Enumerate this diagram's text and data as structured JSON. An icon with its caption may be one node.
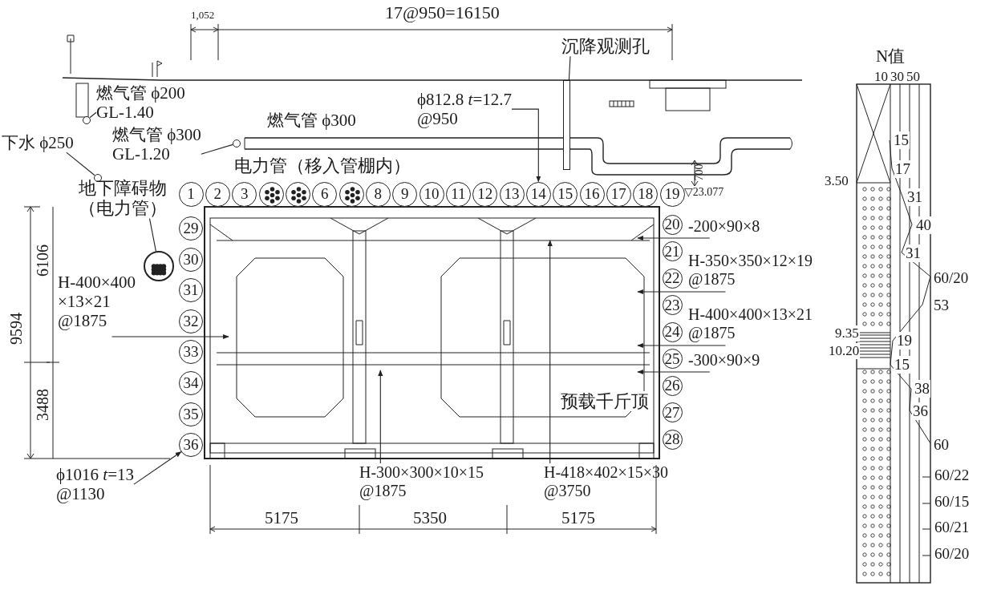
{
  "diagram": {
    "nodes": [
      {
        "text": [
          "1"
        ]
      },
      {
        "text": [
          "2"
        ]
      },
      {
        "text": [
          "3"
        ]
      },
      {
        "text": [],
        "shape": "circle"
      },
      {
        "text": [],
        "shape": "circle"
      },
      {
        "text": [
          "6"
        ]
      },
      {
        "text": [],
        "shape": "circle"
      },
      {
        "text": [
          "8"
        ]
      },
      {
        "text": [
          "9"
        ]
      },
      {
        "text": [
          "10"
        ]
      },
      {
        "text": [
          "11"
        ]
      },
      {
        "text": [
          "12"
        ]
      },
      {
        "text": [
          "13"
        ]
      },
      {
        "text": [
          "14"
        ]
      },
      {
        "text": [
          "15"
        ]
      },
      {
        "text": [
          "16"
        ]
      },
      {
        "text": [
          "17"
        ]
      },
      {
        "text": [
          "18"
        ]
      },
      {
        "text": [
          "19"
        ]
      },
      {
        "text": [
          "20"
        ]
      },
      {
        "text": [
          "21"
        ]
      },
      {
        "text": [
          "22"
        ]
      },
      {
        "text": [
          "23"
        ]
      },
      {
        "text": [
          "24"
        ]
      },
      {
        "text": [
          "25"
        ]
      },
      {
        "text": [
          "26"
        ]
      },
      {
        "text": [
          "27"
        ]
      },
      {
        "text": [
          "28"
        ]
      },
      {
        "text": [
          "29"
        ]
      },
      {
        "text": [
          "30"
        ]
      },
      {
        "text": [
          "31"
        ]
      },
      {
        "text": [
          "32"
        ]
      },
      {
        "text": [
          "33"
        ]
      },
      {
        "text": [
          "34"
        ]
      },
      {
        "text": [
          "35"
        ]
      },
      {
        "text": [
          "36"
        ]
      },
      {
        "text": [],
        "shape": "circle"
      },
      {
        "text": [],
        "shape": "circle"
      },
      {
        "text": [],
        "shape": "circle"
      },
      {
        "text": [],
        "shape": "circle"
      },
      {
        "text": [
          "燃气管 ϕ200",
          "GL-1.40"
        ]
      },
      {
        "text": [
          "燃气管 ϕ300",
          "GL-1.20"
        ]
      },
      {
        "text": [
          "下水 ϕ250"
        ]
      },
      {
        "text": [
          "地下障碍物（电力管）"
        ]
      },
      {
        "text": [
          "沉降观测孔"
        ]
      },
      {
        "text": [],
        "shape": "bar"
      },
      {
        "text": [
          "ϕ812.8 *t*=12.7",
          "@950"
        ]
      },
      {
        "text": [
          "ϕ1016 *t*=13",
          "@1130"
        ]
      },
      {
        "text": [
          "H-400×400 ×13×21",
          "@1875"
        ]
      },
      {
        "text": [
          "-200×90×8"
        ]
      },
      {
        "text": [
          "H-350×350×12×19",
          "@1875"
        ]
      },
      {
        "text": [
          "H-400×400×13×21",
          "@1875"
        ]
      },
      {
        "text": [
          "-300×90×9"
        ]
      },
      {
        "text": [
          "H-300×300×10×15",
          "@1875"
        ]
      },
      {
        "text": [
          "H-418×402×15×30",
          "@3750"
        ]
      }
    ],
    "edges": [
      {
        "from": 40,
        "to": 36,
        "arrow": "none"
      },
      {
        "from": 41,
        "to": 37,
        "arrow": "none"
      },
      {
        "from": 42,
        "to": 38,
        "arrow": "none"
      },
      {
        "from": 43,
        "to": 39,
        "arrow": "none"
      },
      {
        "from": 44,
        "to": 45,
        "arrow": "none"
      },
      {
        "from": 46,
        "to": 13,
        "arrow": "to"
      },
      {
        "from": 47,
        "to": 35,
        "arrow": "to"
      },
      {
        "from": 48,
        "to": null,
        "arrow": "to"
      },
      {
        "from": 49,
        "to": null,
        "arrow": "to"
      },
      {
        "from": 50,
        "to": null,
        "arrow": "to"
      },
      {
        "from": 51,
        "to": null,
        "arrow": "to"
      },
      {
        "from": 52,
        "to": null,
        "arrow": "to"
      },
      {
        "from": 53,
        "to": null,
        "arrow": "to"
      },
      {
        "from": 54,
        "to": null,
        "arrow": "to"
      }
    ],
    "labels": [
      "1,052",
      "17@950=16150",
      "燃气管 ϕ300",
      "电力管（移入管棚内）",
      "700",
      "▽23.077",
      "预载千斤顶",
      "6106",
      "9594",
      "3488",
      "5175",
      "5350",
      "5175",
      "N值",
      "10",
      "30",
      "50",
      "3.50",
      "9.35",
      "10.20",
      "15",
      "17",
      "31",
      "40",
      "31",
      "60/20",
      "53",
      "19",
      "15",
      "38",
      "36",
      "60",
      "60/22",
      "60/15",
      "60/21",
      "60/20"
    ]
  }
}
